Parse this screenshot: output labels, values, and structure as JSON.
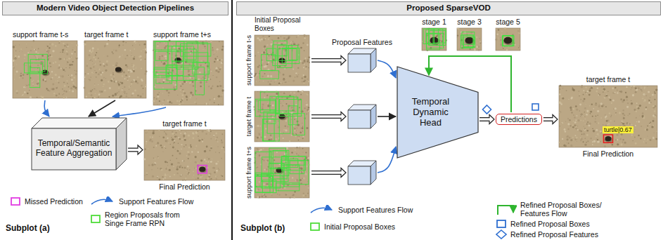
{
  "diagram": {
    "nodes": [
      {
        "text": [
          "Modern Video Object Detection Pipelines"
        ]
      },
      {
        "text": [
          "support frame t-s"
        ]
      },
      {
        "text": [
          "target frame t"
        ]
      },
      {
        "text": [
          "support frame t+s"
        ]
      },
      {
        "text": [
          "Temporal/Semantic Feature Aggregation"
        ]
      },
      {
        "text": [
          "target frame t",
          "Final Prediction"
        ]
      },
      {
        "text": [
          "Proposed SparseVOD"
        ]
      },
      {
        "text": [
          "support frame t-s"
        ]
      },
      {
        "text": [
          "target frame t"
        ]
      },
      {
        "text": [
          "support frame t+s"
        ]
      },
      {
        "text": [
          "Proposal Features"
        ]
      },
      {
        "text": []
      },
      {
        "text": []
      },
      {
        "text": [
          "stage 1"
        ]
      },
      {
        "text": [
          "stage 3"
        ]
      },
      {
        "text": [
          "stage 5"
        ]
      },
      {
        "text": [
          "Temporal Dynamic Head"
        ]
      },
      {
        "text": [
          "Predictions"
        ]
      },
      {
        "text": [
          "target frame t",
          "Final Prediction"
        ]
      }
    ],
    "edges": [
      {
        "from": 1,
        "to": 4,
        "arrow": "to"
      },
      {
        "from": 2,
        "to": 4,
        "arrow": "to"
      },
      {
        "from": 3,
        "to": 4,
        "arrow": "to"
      },
      {
        "from": 4,
        "to": 5,
        "arrow": "to"
      },
      {
        "from": 7,
        "to": 10,
        "arrow": "to"
      },
      {
        "from": 8,
        "to": 11,
        "arrow": "to"
      },
      {
        "from": 9,
        "to": 12,
        "arrow": "to"
      },
      {
        "from": 10,
        "to": 16,
        "arrow": "to"
      },
      {
        "from": 11,
        "to": 16,
        "arrow": "to"
      },
      {
        "from": 12,
        "to": 16,
        "arrow": "to"
      },
      {
        "from": 16,
        "to": 17,
        "arrow": "to"
      },
      {
        "from": 17,
        "to": 16,
        "arrow": "to"
      },
      {
        "from": 17,
        "to": 18,
        "arrow": "to"
      }
    ],
    "labels": [
      "Initial Proposal Boxes",
      "turtle|0.67",
      "Subplot (a)",
      "Subplot (b)"
    ],
    "legend": [
      {
        "text": "Missed Prediction",
        "color": "#e23de2"
      },
      {
        "text": "Support Features Flow"
      },
      {
        "text": "Region Proposals from Singe Frame RPN",
        "color": "#4fdc3a"
      },
      {
        "text": "Support Features Flow"
      },
      {
        "text": "Refined Proposal Boxes/ Features Flow"
      },
      {
        "text": "Initial Proposal Boxes",
        "color": "#4fdc3a"
      },
      {
        "text": "Refined Proposal Boxes",
        "color": "#2f6fd0"
      },
      {
        "text": "Refined Proposal Features"
      }
    ]
  }
}
